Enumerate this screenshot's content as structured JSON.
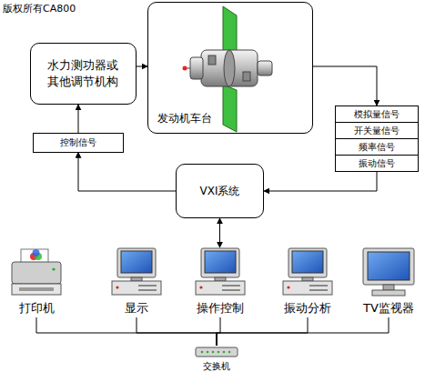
{
  "diagram": {
    "nodes": [
      {
        "text": [
          "水力测功器或其他调节机构"
        ]
      },
      {
        "text": [
          "发动机车台"
        ]
      },
      {
        "text": [
          "模拟量信号",
          "开关量信号",
          "频率信号",
          "振动信号"
        ]
      },
      {
        "text": [
          "控制信号"
        ]
      },
      {
        "text": [
          "VXI系统"
        ]
      },
      {
        "text": [
          "打印机"
        ]
      },
      {
        "text": [
          "显示"
        ]
      },
      {
        "text": [
          "操作控制"
        ]
      },
      {
        "text": [
          "振动分析"
        ]
      },
      {
        "text": [
          "TV监视器"
        ]
      },
      {
        "text": [
          "交换机"
        ]
      }
    ],
    "edges": [
      {
        "from": 0,
        "to": 1,
        "arrow": "to"
      },
      {
        "from": 1,
        "to": 2,
        "arrow": "to"
      },
      {
        "from": 2,
        "to": 4,
        "arrow": "to"
      },
      {
        "from": 4,
        "to": 3,
        "arrow": "to"
      },
      {
        "from": 3,
        "to": 0,
        "arrow": "to"
      },
      {
        "from": 4,
        "to": 7,
        "arrow": "both"
      },
      {
        "from": 5,
        "to": 10,
        "arrow": "none"
      },
      {
        "from": 6,
        "to": 10,
        "arrow": "none"
      },
      {
        "from": 7,
        "to": 10,
        "arrow": "none"
      },
      {
        "from": 8,
        "to": 10,
        "arrow": "none"
      },
      {
        "from": 9,
        "to": 10,
        "arrow": "none"
      }
    ],
    "labels": [
      "版权所有CA800"
    ]
  }
}
